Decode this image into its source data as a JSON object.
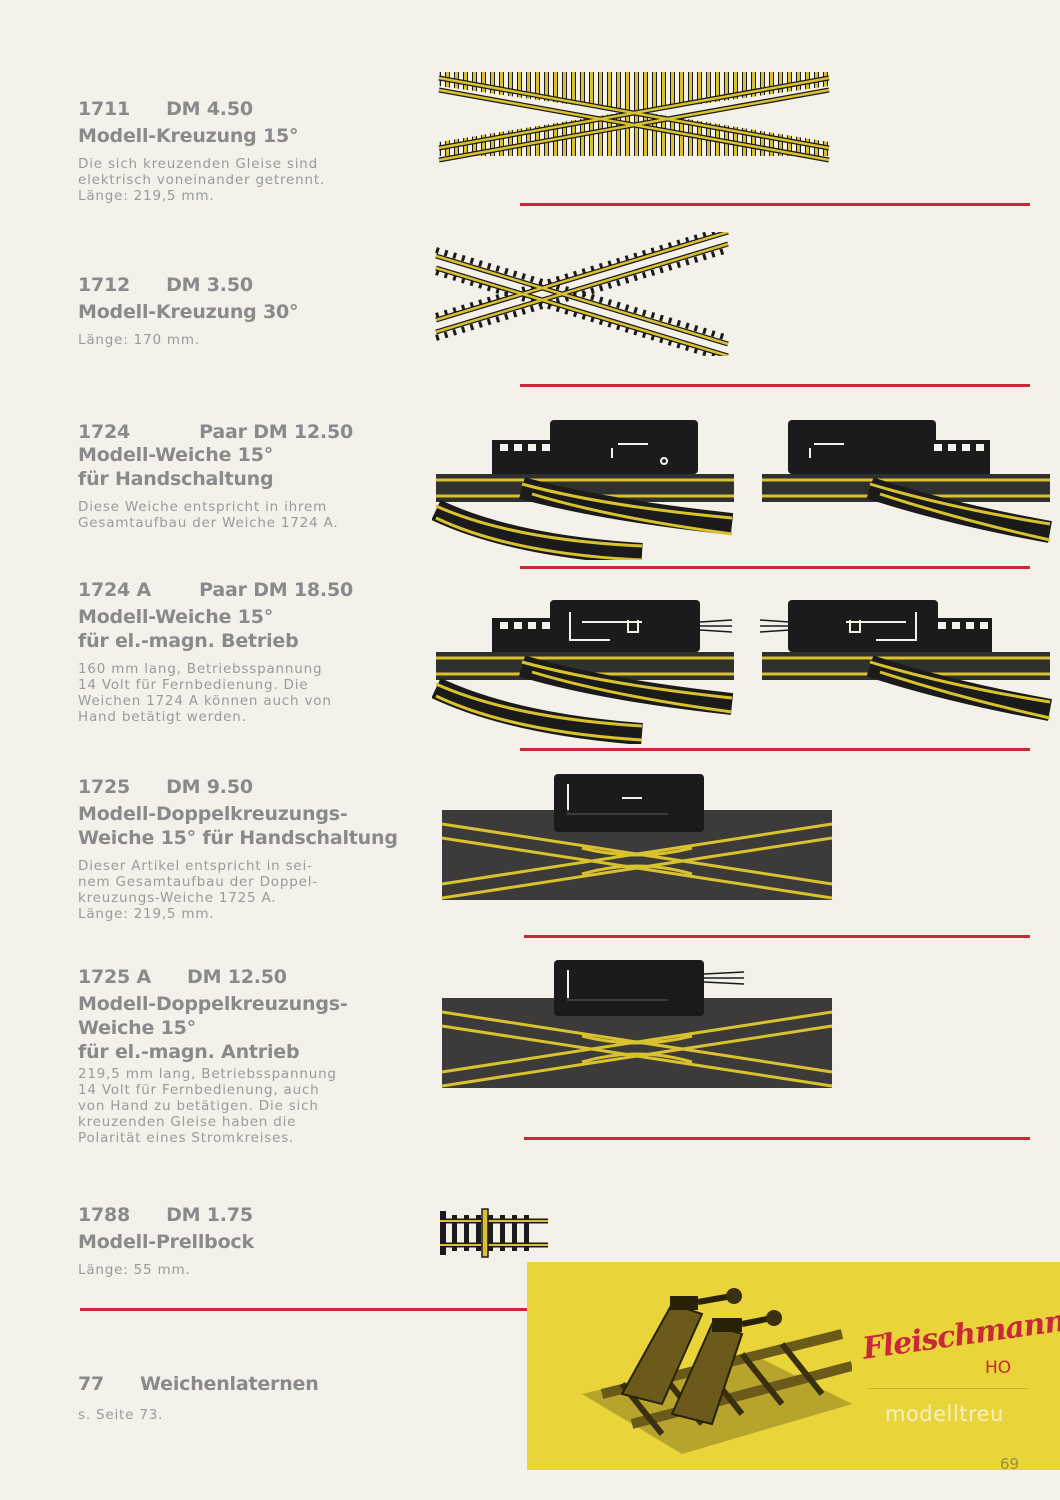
{
  "entries": [
    {
      "code": "1711",
      "price": "DM 4.50",
      "title": [
        "Modell-Kreuzung 15°"
      ],
      "desc": [
        "Die sich kreuzenden Gleise sind",
        "elektrisch voneinander getrennt.",
        "Länge: 219,5 mm."
      ]
    },
    {
      "code": "1712",
      "price": "DM 3.50",
      "title": [
        "Modell-Kreuzung 30°"
      ],
      "desc": [
        "Länge: 170 mm."
      ]
    },
    {
      "code": "1724",
      "price": "Paar DM 12.50",
      "title": [
        "Modell-Weiche 15°",
        "für Handschaltung"
      ],
      "desc": [
        "Diese Weiche entspricht in ihrem",
        "Gesamtaufbau der Weiche 1724 A."
      ]
    },
    {
      "code": "1724 A",
      "price": "Paar DM 18.50",
      "title": [
        "Modell-Weiche 15°",
        "für el.-magn. Betrieb"
      ],
      "desc": [
        "160 mm lang, Betriebsspannung",
        "14 Volt für Fernbedienung. Die",
        "Weichen 1724 A können auch von",
        "Hand betätigt werden."
      ]
    },
    {
      "code": "1725",
      "price": "DM 9.50",
      "title": [
        "Modell-Doppelkreuzungs-",
        "Weiche 15° für Handschaltung"
      ],
      "desc": [
        "Dieser Artikel entspricht in sei-",
        "nem Gesamtaufbau der Doppel-",
        "kreuzungs-Weiche 1725 A.",
        "Länge: 219,5 mm."
      ]
    },
    {
      "code": "1725 A",
      "price": "DM 12.50",
      "title": [
        "Modell-Doppelkreuzungs-",
        "Weiche 15°",
        "für el.-magn. Antrieb"
      ],
      "desc": [
        "219,5 mm lang, Betriebsspannung",
        "14 Volt für Fernbedienung, auch",
        "von Hand zu betätigen. Die sich",
        "kreuzenden Gleise haben die",
        "Polarität eines Stromkreises."
      ]
    },
    {
      "code": "1788",
      "price": "DM 1.75",
      "title": [
        "Modell-Prellbock"
      ],
      "desc": [
        "Länge: 55 mm."
      ]
    },
    {
      "code": "77",
      "price": "Weichenlaternen",
      "title": [],
      "desc": [
        "s. Seite 73."
      ]
    }
  ],
  "brand": {
    "name": "Fleischmann",
    "scale": "HO",
    "slogan": "modelltreu"
  },
  "page_number": "69",
  "colors": {
    "accent_red": "#c8283a",
    "brand_yellow": "#e9d43a",
    "rail_yellow": "#d9c22e"
  }
}
